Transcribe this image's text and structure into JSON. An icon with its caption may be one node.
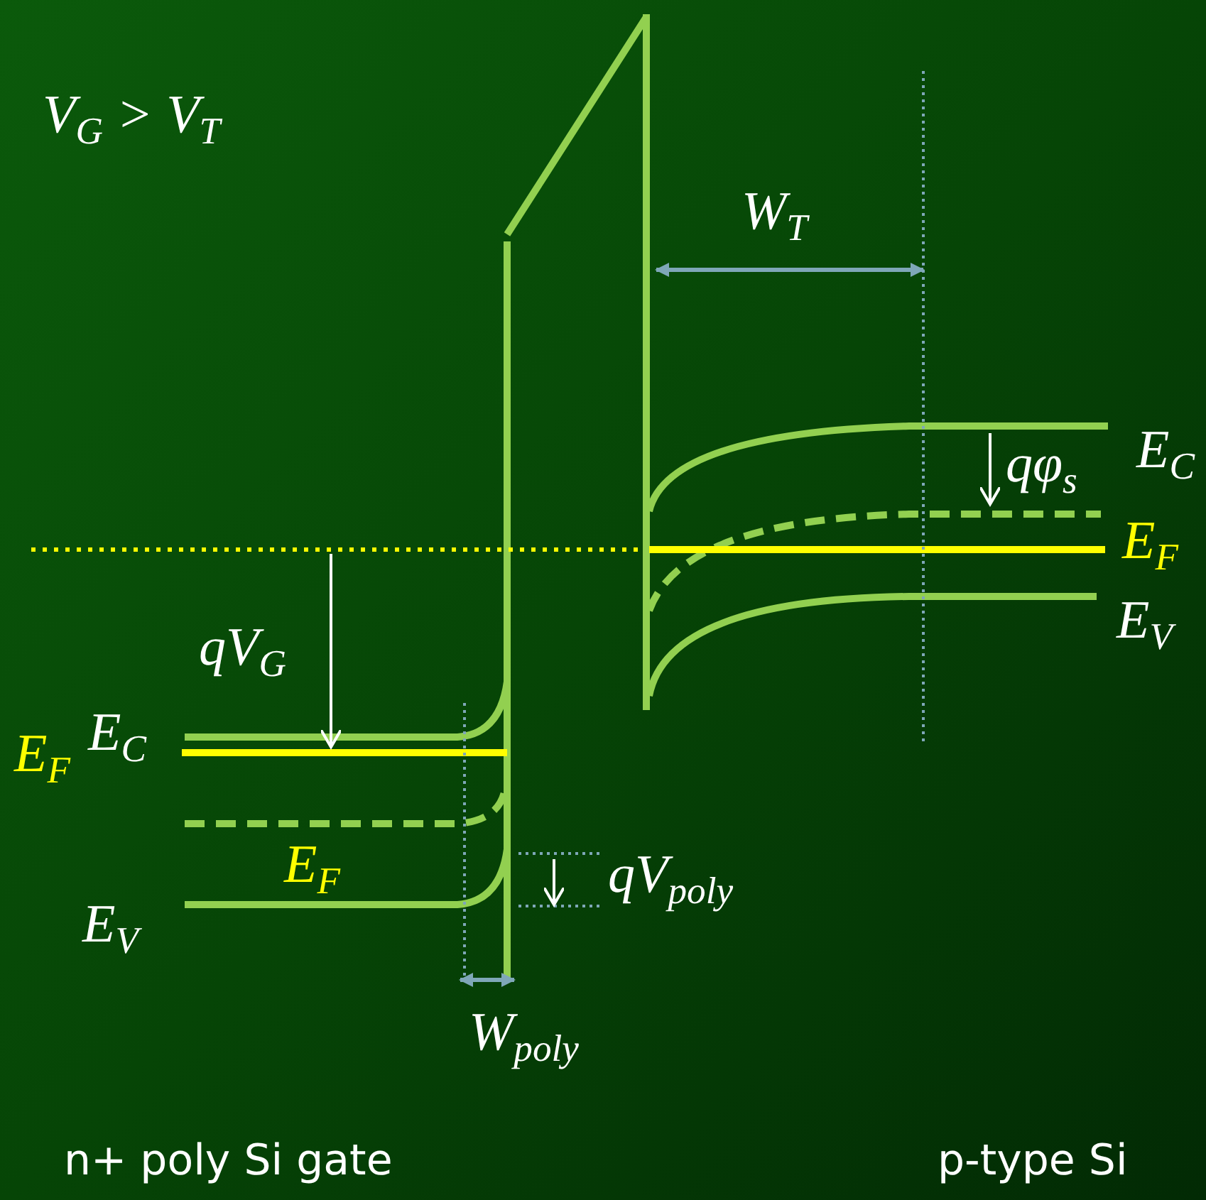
{
  "diagram": {
    "labels": [
      "V$_{G}$ > V$_{T}$",
      "W$_{T}$",
      "E$_{C}$",
      "qφ$_{s}$",
      "E$_{F}$",
      "E$_{V}$",
      "qV$_{G}$",
      "E$_{F}$",
      "E$_{C}$",
      "E$_{F}$",
      "qV$_{poly}$",
      "E$_{V}$",
      "W$_{poly}$",
      "n+ poly Si gate",
      "p-type Si"
    ]
  }
}
